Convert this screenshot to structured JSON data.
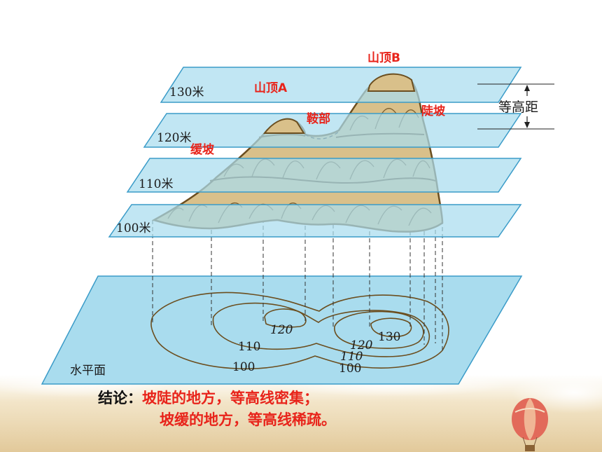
{
  "planes": [
    {
      "label": "130米"
    },
    {
      "label": "120米"
    },
    {
      "label": "110米"
    },
    {
      "label": "100米"
    }
  ],
  "base_plane_label": "水平面",
  "contour_values": {
    "left_inner": "120",
    "right_inner": "130",
    "right_mid": "120",
    "middle_1": "110",
    "right_110": "110",
    "middle_2": "100",
    "right_100": "100"
  },
  "interval_label": "等高距",
  "annotations": {
    "peak_b": "山顶B",
    "peak_a": "山顶A",
    "saddle": "鞍部",
    "steep_slope": "陡坡",
    "gentle_slope": "缓坡"
  },
  "conclusion": {
    "label": "结论：",
    "line1": "坡陡的地方，等高线密集；",
    "line2": "坡缓的地方，等高线稀疏。"
  },
  "colors": {
    "plane_fill": "#a9dcee",
    "plane_stroke": "#3a9bc8",
    "mountain_fill": "#d9c08a",
    "mountain_stroke": "#6b4e1f",
    "red_text": "#e8241b"
  }
}
